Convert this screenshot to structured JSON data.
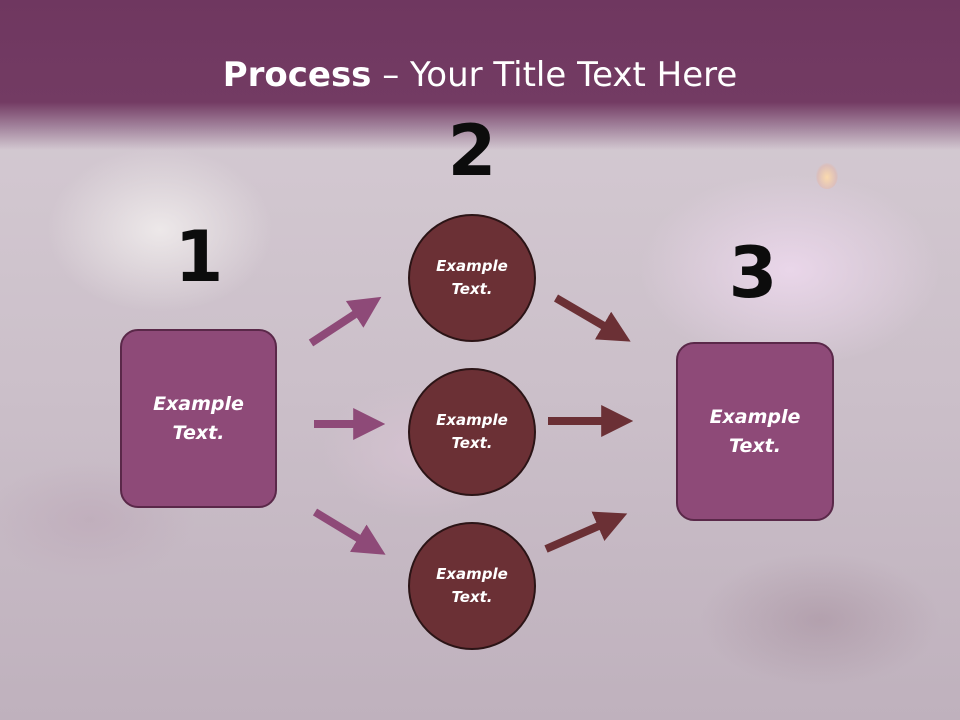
{
  "slide": {
    "title_strong": "Process",
    "title_rest": " – Your Title Text Here"
  },
  "steps": [
    {
      "number": "1",
      "label": "Example\nText."
    },
    {
      "number": "2"
    },
    {
      "number": "3",
      "label": "Example\nText."
    }
  ],
  "circles": [
    {
      "label": "Example\nText."
    },
    {
      "label": "Example\nText."
    },
    {
      "label": "Example\nText."
    }
  ],
  "colors": {
    "header": "#733b63",
    "box_fill": "#8e4a78",
    "circle_fill": "#6b3035",
    "arrow_left": "#8e4a78",
    "arrow_right": "#6b3035"
  }
}
